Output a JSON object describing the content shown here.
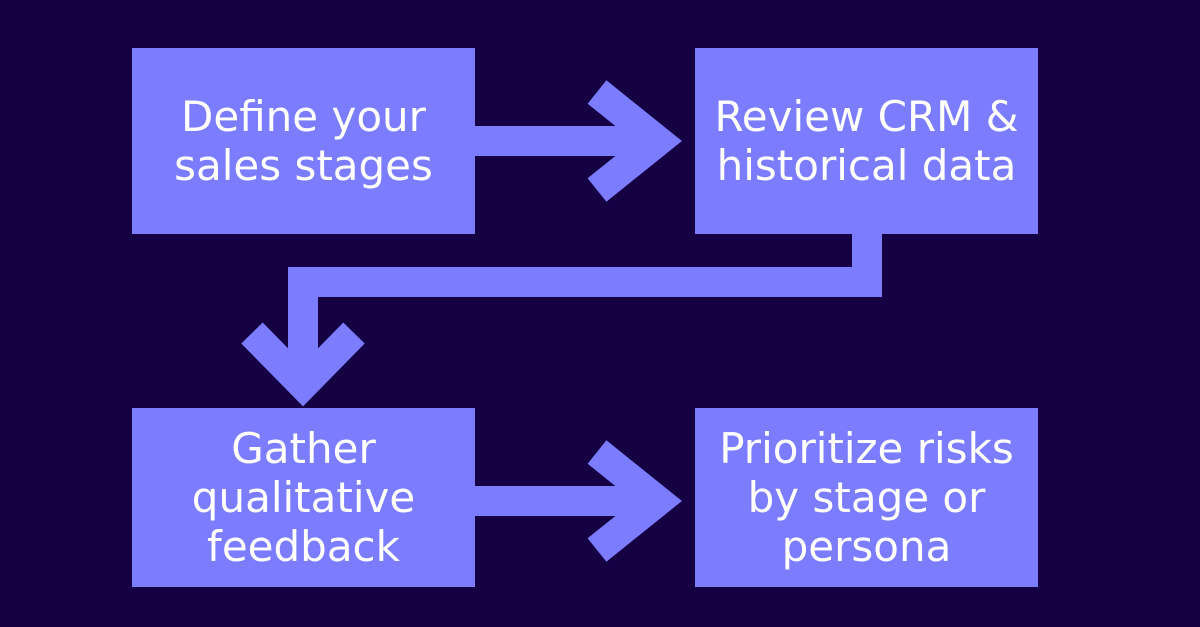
{
  "colors": {
    "background": "#140043",
    "box_fill": "#7b7cfe",
    "text": "#ffffff",
    "arrow": "#7b7cfe"
  },
  "steps": [
    {
      "label": "Define your\nsales stages"
    },
    {
      "label": "Review CRM &\nhistorical data"
    },
    {
      "label": "Gather\nqualitative\nfeedback"
    },
    {
      "label": "Prioritize risks\nby stage or\npersona"
    }
  ],
  "connectors": [
    {
      "from": 0,
      "to": 1
    },
    {
      "from": 1,
      "to": 2
    },
    {
      "from": 2,
      "to": 3
    }
  ]
}
